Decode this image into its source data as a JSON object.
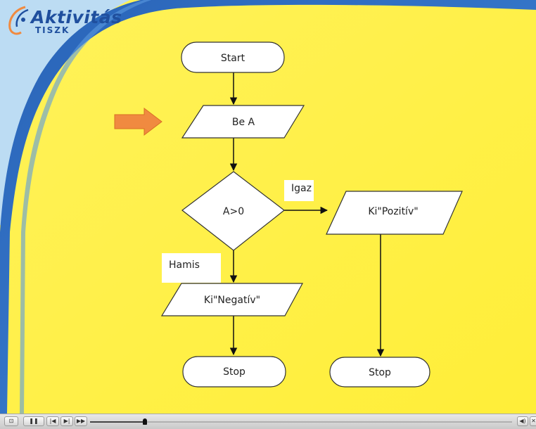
{
  "logo": {
    "brand": "Aktivitás",
    "sub": "TISZK"
  },
  "flowchart": {
    "start": "Start",
    "input": "Be A",
    "condition": "A>0",
    "true_label": "Igaz",
    "false_label": "Hamis",
    "output_true": "Ki\"Pozitív\"",
    "output_false": "Ki\"Negatív\"",
    "stop_left": "Stop",
    "stop_right": "Stop"
  },
  "colors": {
    "background": "#fff04a",
    "arrow": "#f08a40",
    "swoosh": "#2e6fc0",
    "logo": "#1f4f9e"
  },
  "player": {
    "buttons": [
      {
        "name": "exit-button",
        "icon": "exit-icon",
        "glyph": "⊡"
      },
      {
        "name": "pause-button",
        "icon": "pause-icon",
        "glyph": "❚❚"
      },
      {
        "name": "first-slide-button",
        "icon": "skip-start-icon",
        "glyph": "|◀"
      },
      {
        "name": "next-slide-button",
        "icon": "step-forward-icon",
        "glyph": "▶|"
      },
      {
        "name": "fast-forward-button",
        "icon": "fast-forward-icon",
        "glyph": "▶▶"
      }
    ],
    "progress": 0.13,
    "volume_icon": "speaker-icon",
    "volume_glyph": "◀)",
    "close_glyph": "✕"
  }
}
